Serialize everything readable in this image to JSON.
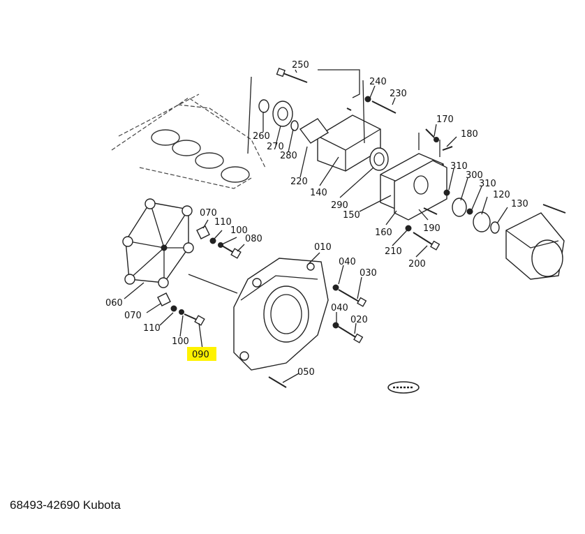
{
  "caption": "68493-42690 Kubota",
  "highlight_color": "#fff200",
  "callouts": {
    "c250": "250",
    "c240": "240",
    "c230": "230",
    "c260": "260",
    "c270": "270",
    "c280": "280",
    "c220": "220",
    "c140": "140",
    "c170": "170",
    "c180": "180",
    "c310a": "310",
    "c300": "300",
    "c310b": "310",
    "c120": "120",
    "c130": "130",
    "c290": "290",
    "c150": "150",
    "c160": "160",
    "c190": "190",
    "c210": "210",
    "c200": "200",
    "c070a": "070",
    "c110a": "110",
    "c100a": "100",
    "c080": "080",
    "c010": "010",
    "c040a": "040",
    "c030": "030",
    "c040b": "040",
    "c020": "020",
    "c060": "060",
    "c070b": "070",
    "c110b": "110",
    "c100b": "100",
    "c090": "090",
    "c050": "050"
  }
}
